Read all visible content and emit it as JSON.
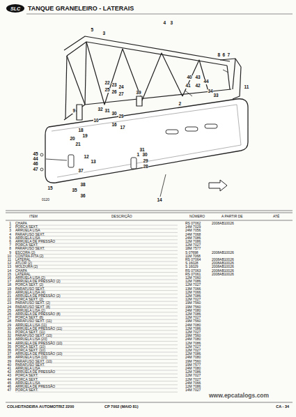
{
  "diagram": {
    "title": "TANQUE GRANELEIRO - LATERAIS",
    "labels": [
      "SLC",
      "5",
      "3",
      "4",
      "3",
      "8",
      "6",
      "7",
      "40",
      "43",
      "41",
      "42",
      "44",
      "34",
      "33",
      "11",
      "2",
      "22",
      "23",
      "24",
      "25",
      "26",
      "27",
      "39",
      "32",
      "31",
      "30",
      "29",
      "9",
      "10",
      "19",
      "18",
      "20",
      "21",
      "16",
      "17",
      "12",
      "13",
      "45",
      "44",
      "46",
      "47",
      "15",
      "37",
      "38",
      "35",
      "36",
      "14",
      "31",
      "1",
      "30",
      "29",
      "28",
      "0120",
      "ITEM",
      "DESCRIÇÃO",
      "NÚMERO",
      "A PARTIR DE",
      "ATÉ",
      "1",
      "CHAPA",
      "RS 07062",
      "2008AB10026",
      "2",
      "PORCA SEXT.",
      "14M 7029",
      "3",
      "ARRUELA LISA",
      "24M 7056",
      "4",
      "PARAFUSO SEXT.",
      "24M 7068",
      "5",
      "ARRUELA LISA",
      "24M 7086",
      "6",
      "ARRUELA DE PRESSÃO",
      "12M 7086",
      "7",
      "PORCA SEXT.",
      "12M 7027",
      "8",
      "PARAFUSO SEXT.",
      "18M 7577",
      "9",
      "ESCORA (2)",
      "S 07698",
      "2008AB10026",
      "10",
      "CONTRA-FITA (2)",
      "11M 7068",
      "11",
      "LATERAL",
      "RS 07064",
      "2008AB10026",
      "12",
      "ATLOR (2)",
      "S 16028",
      "2008AB10026",
      "13",
      "MOLDURA (2)",
      "S 16029",
      "2008AB10026",
      "14",
      "CHAPA",
      "RS 07063",
      "2008AB10026",
      "15",
      "LATERAL",
      "RS 07061",
      "2008AB10026",
      "16",
      "ARRUELA LISA (2)",
      "12M 7060",
      "17",
      "ARRUELA DE PRESSÃO (2)",
      "12M 7086",
      "18",
      "PORCA SEXT. (2)",
      "12M 7027",
      "19",
      "PARAFUSO SEXT.",
      "13M 7066",
      "20",
      "ARRUELA LISA (4)",
      "12M 7066",
      "21",
      "ARRUELA DE PRESSÃO (2)",
      "12M 7086",
      "22",
      "PORCA SEXT. (2)",
      "12M 7027",
      "23",
      "PARAFUSO SEXT. (2)",
      "19M 7560",
      "24",
      "PARAFUSO SEXT. (8)",
      "19M 7560",
      "25",
      "ARRUELA LISA (2)",
      "24M 7080",
      "26",
      "ARRUELA DE PRESSÃO (8)",
      "12M 7086",
      "27",
      "PORCA SEXT. (8)",
      "12M 7027",
      "28",
      "PARAFUSO SEXT. (11)",
      "19M 7560",
      "29",
      "ARRUELA LISA (11)",
      "24M 7080",
      "30",
      "ARRUELA DE PRESSÃO (11)",
      "12M 7086",
      "31",
      "PORCA SEXT. (11)",
      "12M 7027",
      "32",
      "PARAFUSO SEXT. (10)",
      "19M 7560",
      "33",
      "ARRUELA LISA (20)",
      "24M 7080",
      "34",
      "ARRUELA DE PRESSÃO (10)",
      "12M 7086",
      "35",
      "PORCA SEXT. (10)",
      "12M 7027",
      "36",
      "PORCA SEXT. (10)",
      "12M 7027",
      "37",
      "ARRUELA DE PRESSÃO (10)",
      "12M 7086",
      "38",
      "ARRUELA LISA (10)",
      "24M 7080",
      "39",
      "PARAFUSO SEXT. (10)",
      "19M 7560",
      "40",
      "PARAFUSO SEXT.",
      "19M 7577",
      "41",
      "ARRUELA LISA",
      "24M 7080",
      "42",
      "ARRUELA DE PRESSÃO",
      "12M 7086",
      "43",
      "PORCA SEXT.",
      "12M 7027",
      "44",
      "PORCA SEXT.",
      "12M 7027",
      "45",
      "ARRUELA LISA",
      "24M 7066",
      "46",
      "ARRUELA DE PRESSÃO",
      "12M 7086",
      "47",
      "PORCA SEXT.",
      "14M 7027",
      "COLHEITADEIRA AUTOMOTRIZ 2200",
      "CP 7002 (MAIO 81)",
      "CA - 34",
      "www.epcatalogs.com"
    ]
  }
}
